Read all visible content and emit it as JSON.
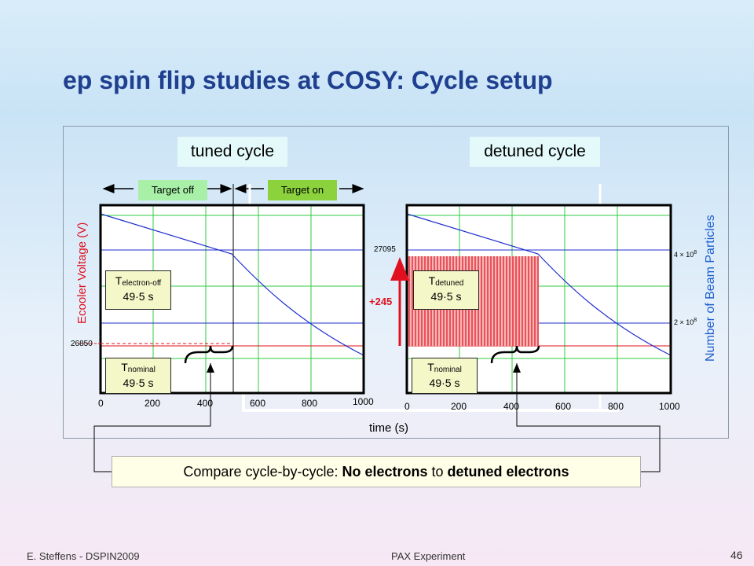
{
  "slide": {
    "title": "ep spin flip studies at COSY: Cycle setup",
    "page_number": "46"
  },
  "cycles": {
    "tuned_label": "tuned cycle",
    "detuned_label": "detuned cycle",
    "target_off": "Target off",
    "target_on": "Target on"
  },
  "axes": {
    "left_ylabel": "Ecooler Voltage (V)",
    "right_ylabel": "Number of Beam Particles",
    "xlabel": "time (s)",
    "left_xticks": [
      "0",
      "200",
      "400",
      "600",
      "800",
      "1000"
    ],
    "right_xticks": [
      "0",
      "200",
      "400",
      "600",
      "800",
      "1000"
    ],
    "left_value_26850": "26850",
    "right_value_27095": "27095",
    "delta_245": "+245",
    "right_tick_4e8": "4 × 10",
    "right_tick_2e8": "2 × 10",
    "exp": "8"
  },
  "boxes": {
    "t_electron_off_main": "T",
    "t_electron_off_sub": "electron-off",
    "t_electron_off_value": "49·5 s",
    "t_nominal_main": "T",
    "t_nominal_sub": "nominal",
    "t_nominal_value": "49·5 s",
    "t_detuned_main": "T",
    "t_detuned_sub": "detuned",
    "t_detuned_value": "49·5 s",
    "t_nominal2_main": "T",
    "t_nominal2_sub": "nominal",
    "t_nominal2_value": "49·5 s"
  },
  "compare": {
    "prefix": "Compare cycle-by-cycle: ",
    "bold1": "No electrons",
    "middle": " to ",
    "bold2": "detuned electrons"
  },
  "footer": {
    "author": "E. Steffens  -  DSPIN2009",
    "center": "PAX Experiment"
  },
  "colors": {
    "title": "#1f3f8f",
    "grid": "#2ecc40",
    "curve": "#1f2fcf",
    "red": "#e0101e",
    "target_off_bg": "#a8f0a8",
    "target_on_bg": "#8bd23c"
  }
}
